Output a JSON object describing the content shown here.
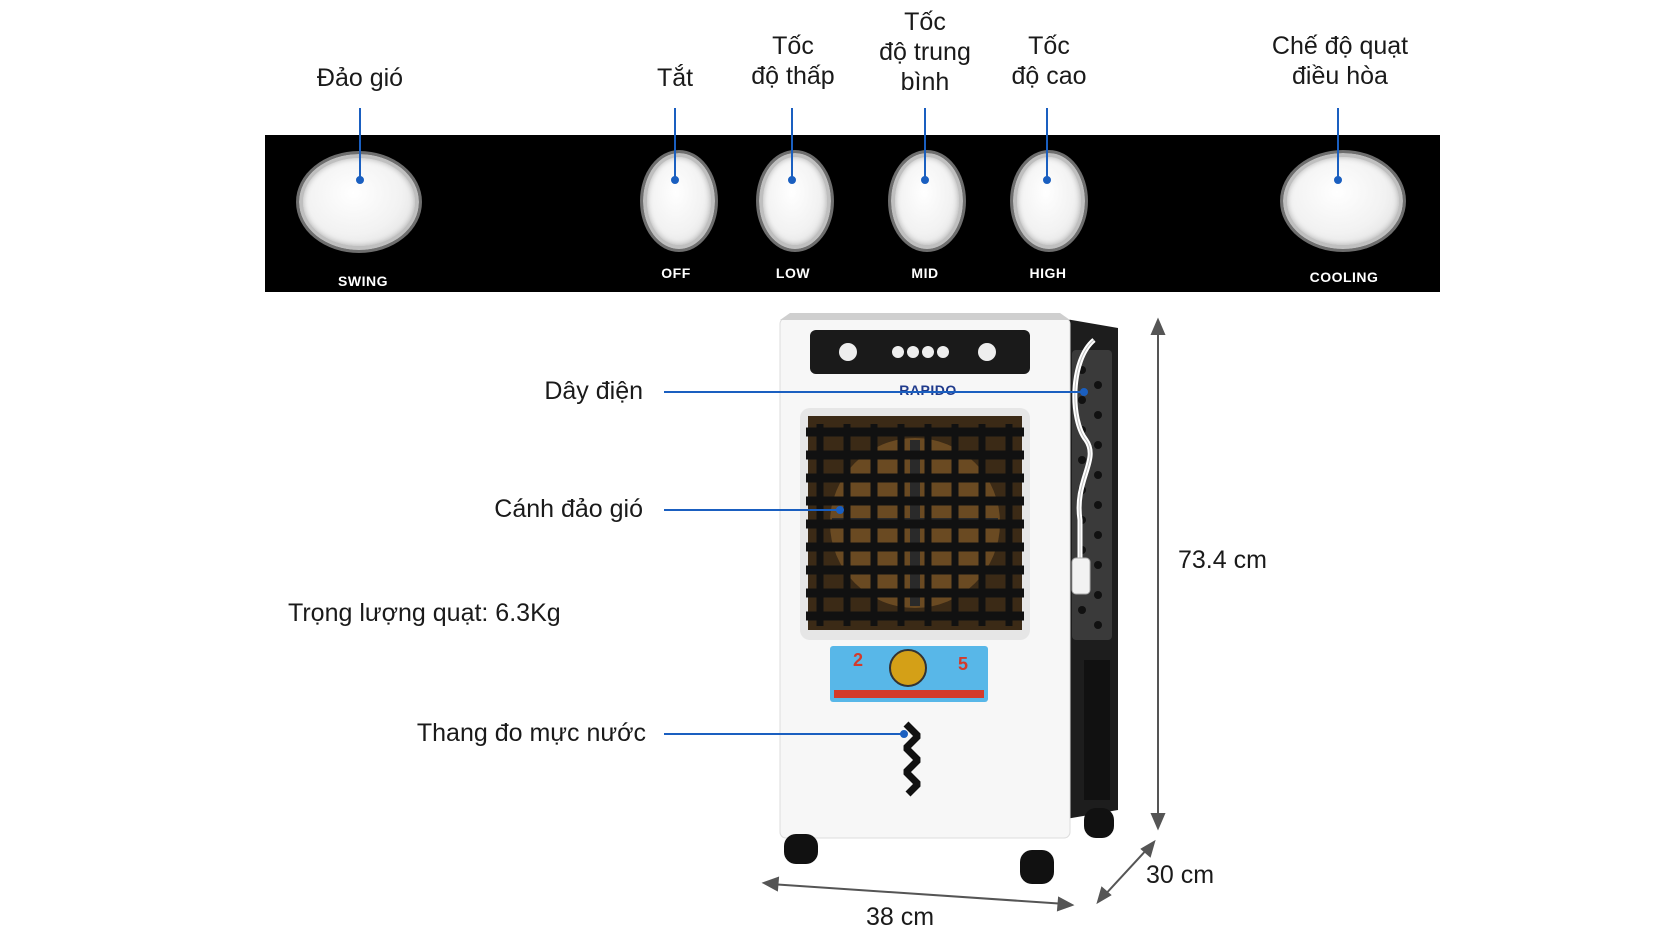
{
  "panel": {
    "labels": {
      "swing_vi": "Đảo gió",
      "off_vi": "Tắt",
      "low_vi_1": "Tốc",
      "low_vi_2": "độ thấp",
      "mid_vi_1": "Tốc",
      "mid_vi_2": "độ trung",
      "mid_vi_3": "bình",
      "high_vi_1": "Tốc",
      "high_vi_2": "độ cao",
      "cooling_vi_1": "Chế độ quạt",
      "cooling_vi_2": "điều hòa"
    },
    "knobs": {
      "swing": "SWING",
      "off": "OFF",
      "low": "LOW",
      "mid": "MID",
      "high": "HIGH",
      "cooling": "COOLING"
    }
  },
  "product": {
    "brand": "RAPIDO",
    "callouts": {
      "power_cord": "Dây điện",
      "louver": "Cánh đảo gió",
      "water_gauge": "Thang đo mực nước"
    },
    "weight": "Trọng lượng quạt: 6.3Kg",
    "dimensions": {
      "height": "73.4 cm",
      "depth": "30 cm",
      "width": "38 cm"
    },
    "sticker": {
      "warranty_years_left": "2",
      "warranty_years_right": "5"
    }
  },
  "colors": {
    "callout_line": "#1a5fc0",
    "panel_bg": "#000000",
    "body_white": "#f7f7f7",
    "sticker_blue": "#58b7e8"
  }
}
